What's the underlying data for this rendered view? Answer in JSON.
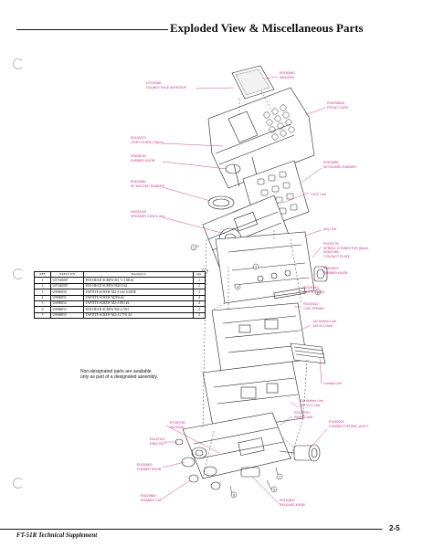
{
  "header": {
    "title": "Exploded View & Miscellaneous Parts"
  },
  "footer": {
    "manual": "FT-51R Technical Supplement",
    "page": "2-5"
  },
  "note": {
    "line1": "Non-designated parts are available",
    "line2": "only as part of a designated assembly."
  },
  "labels": {
    "window": [
      "R0150840",
      "WINDOW"
    ],
    "adhesive": [
      "U7150080",
      "DOUBLE FACE ADHESIVE"
    ],
    "front_case": [
      "R0529880A",
      "FRONT CASE"
    ],
    "light_guide": [
      "R0150370",
      "LIGHT GUIDE (10pcs)"
    ],
    "rubber_knob_1": [
      "R0808150",
      "RUBBER KNOB"
    ],
    "keyboard_rubber": [
      "R0529880",
      "KEYBOARD RUBBER"
    ],
    "sp_holder": [
      "R0529880",
      "SP HOLDER RUBBER"
    ],
    "cntl_unit": [
      "CNTL Unit"
    ],
    "speaker": [
      "M4090109",
      "SPEAKER 2.5W 8 ohm"
    ],
    "key_unit": [
      "Key Unit"
    ],
    "spring_connector": [
      "R0150730",
      "SPRING CONNECTOR (6pcs)",
      "R0807080",
      "CONTACT PLATE"
    ],
    "rubber_knob_2": [
      "R0529870",
      "RUBBER KNOB"
    ],
    "latch_plate": [
      "R0150310",
      "LATCH PLATE"
    ],
    "coil_spring": [
      "R0150310",
      "COIL SPRING"
    ],
    "mother_unit": [
      "144 Mother Unit",
      "144 VCO Unit"
    ],
    "contact_unit": [
      "Contact Unit"
    ],
    "vco_unit": [
      "430 Mother Unit",
      "430 VCO Unit"
    ],
    "rear_case": [
      "R0322740",
      "REAR CASE"
    ],
    "connector_bnc": [
      "P1090003",
      "CONNECTOR BNC-ASS'Y"
    ],
    "packing": [
      "R7050780",
      "PACKING"
    ],
    "ring_nut": [
      "R6187510",
      "RING NUT"
    ],
    "rubber_knob_3": [
      "R0150800",
      "RUBBER KNOB"
    ],
    "rubber_cap": [
      "R0529880",
      "RUBBER CAP"
    ],
    "release_knob": [
      "R0150800",
      "RELEASE KNOB"
    ]
  },
  "callouts": [
    "1",
    "2",
    "3",
    "4",
    "5",
    "6",
    "7",
    "8",
    "9"
  ],
  "parts_table": {
    "headers": [
      "REF",
      "YAESU P/N",
      "Description",
      "Qty."
    ],
    "rows": [
      [
        "1",
        "U07160007",
        "PAN HEAD SCREW M1.7×3.5B #2",
        "2"
      ],
      [
        "2",
        "U07240007",
        "PAN HEAD SCREW M2Ô3 #2",
        "2"
      ],
      [
        "3",
        "U9900050",
        "TAPTITE SCREW M2×16 #2 GUIDE",
        "4"
      ],
      [
        "4",
        "U9900051",
        "TAPTITE SCREW M2Ô6 #2",
        "4"
      ],
      [
        "5",
        "U9900052",
        "TAPTITE SCREW M2×10N1 #2",
        "4"
      ],
      [
        "6",
        "U9900053",
        "PAN HEAD SCREW M2×2.5N1",
        "2"
      ],
      [
        "7",
        "U9900055",
        "TAPTITE SCREW M2×12.7N1 #2",
        "4"
      ]
    ]
  }
}
